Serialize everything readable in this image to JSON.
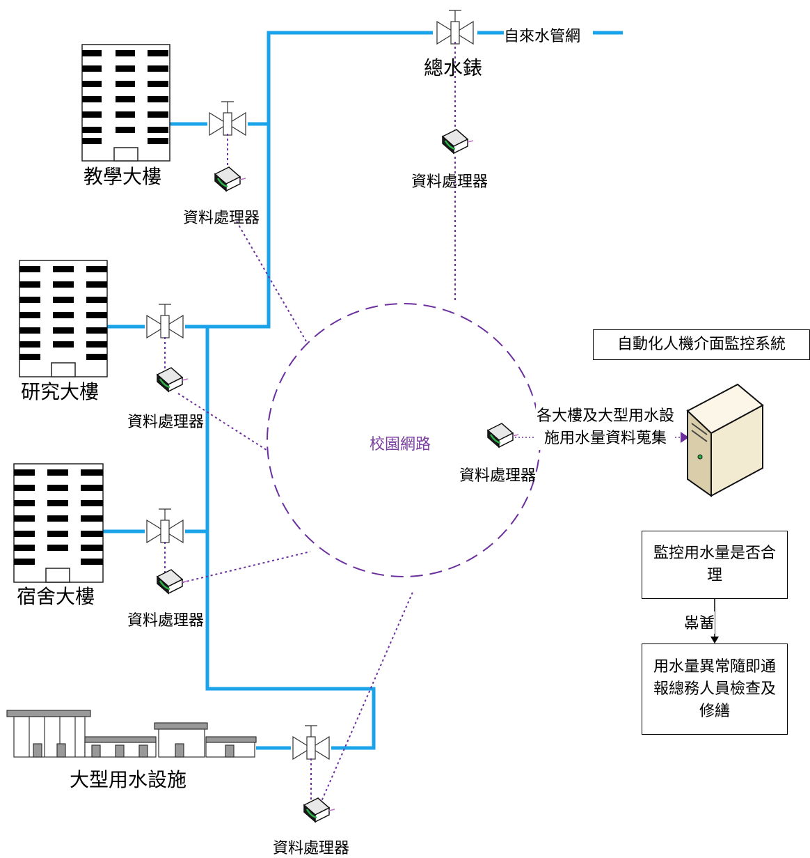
{
  "labels": {
    "main_meter": "總水錶",
    "water_network": "自來水管網",
    "building_teaching": "教學大樓",
    "building_research": "研究大樓",
    "building_dormitory": "宿舍大樓",
    "facility_large": "大型用水設施",
    "campus_network": "校園網路",
    "processor": "資料處理器",
    "collection": "各大樓及大型用水設施用水量資料蒐集",
    "abnormal": "異常"
  },
  "system_title": "自動化人機介面監控系統",
  "boxes": {
    "monitor": "監控用水量是否合理",
    "report": "用水量異常隨即通報總務人員檢查及修繕"
  },
  "colors": {
    "pipe": "#1aa3e8",
    "network": "#6b2f9e",
    "server_body": "#f3ead2"
  }
}
